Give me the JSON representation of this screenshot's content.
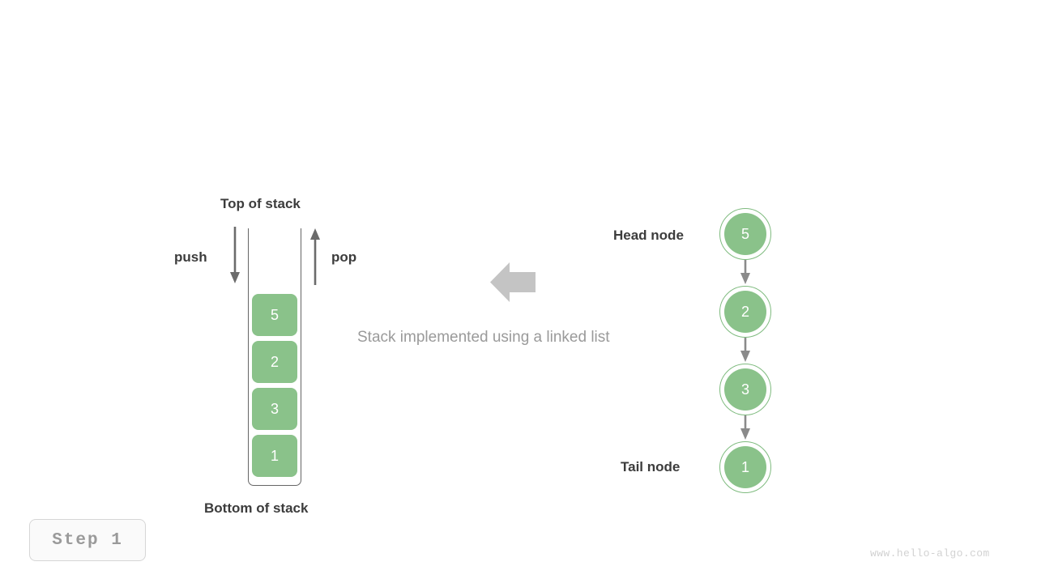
{
  "diagram": {
    "caption": "Stack implemented using a linked list",
    "watermark": "www.hello-algo.com",
    "colors": {
      "node_fill": "#8ac28a",
      "node_ring": "#7fbb7f",
      "arrow_gray": "#6b6b6b",
      "block_arrow": "#c4c4c4",
      "label_text": "#3c3c3c",
      "caption_text": "#9a9a9a",
      "container_border": "#666666"
    }
  },
  "step_badge": {
    "label": "Step 1"
  },
  "stack": {
    "top_label": "Top of stack",
    "bottom_label": "Bottom of stack",
    "push_label": "push",
    "pop_label": "pop",
    "values": [
      "5",
      "2",
      "3",
      "1"
    ]
  },
  "linked_list": {
    "head_label": "Head node",
    "tail_label": "Tail node",
    "nodes": [
      {
        "value": "5"
      },
      {
        "value": "2"
      },
      {
        "value": "3"
      },
      {
        "value": "1"
      }
    ]
  },
  "icons": {
    "push_arrow": "arrow-down-icon",
    "pop_arrow": "arrow-up-icon",
    "transform_arrow": "arrow-left-block-icon",
    "link_arrow": "arrow-down-icon"
  }
}
